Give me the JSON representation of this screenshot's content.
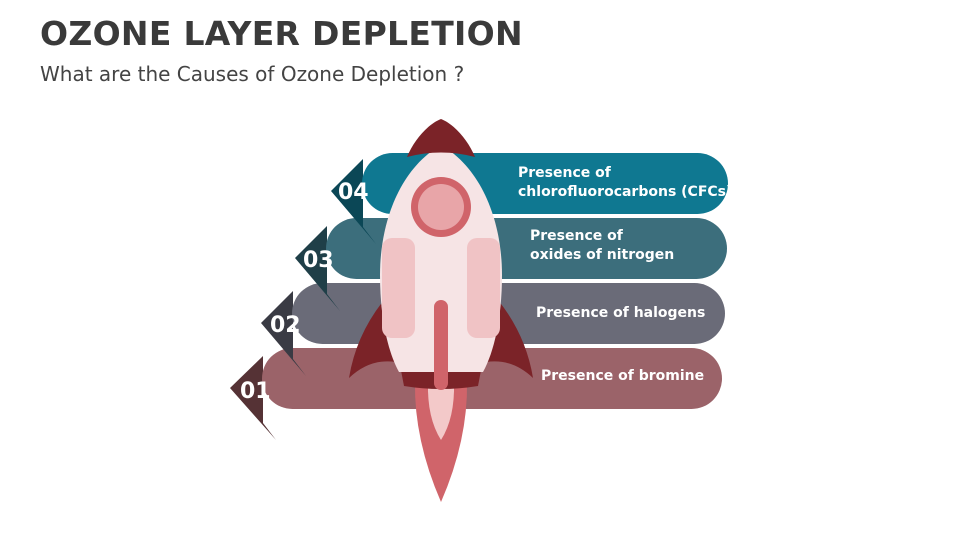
{
  "header": {
    "title": "OZONE LAYER DEPLETION",
    "subtitle": "What are the Causes of Ozone Depletion ?"
  },
  "steps": [
    {
      "number": "01",
      "line1": "Presence of bromine",
      "line2": "",
      "color": "#9b6369",
      "tip_color": "#553235"
    },
    {
      "number": "02",
      "line1": "Presence of halogens",
      "line2": "",
      "color": "#6a6b78",
      "tip_color": "#3a3b44"
    },
    {
      "number": "03",
      "line1": "Presence of",
      "line2": "oxides of nitrogen",
      "color": "#3c6e7c",
      "tip_color": "#1f3f48"
    },
    {
      "number": "04",
      "line1": "Presence of",
      "line2": "chlorofluorocarbons (CFCs)",
      "color": "#0f7891",
      "tip_color": "#0b4756"
    }
  ],
  "rocket": {
    "body_color": "#f6e4e5",
    "nose_color": "#7b2328",
    "fin_color": "#7b2328",
    "window_ring_color": "#d0646a",
    "window_color": "#e8a5a8",
    "panel_color": "#f0c3c5",
    "flame_outer_color": "#d0646a",
    "flame_inner_color": "#f3c9c9"
  }
}
